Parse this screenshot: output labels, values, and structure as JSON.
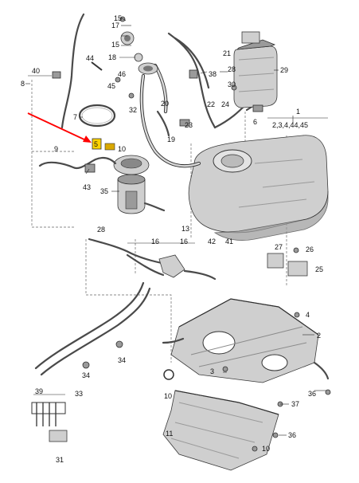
{
  "figure": {
    "highlight_color": "#ff0000",
    "part_fill": "#cfcfcf",
    "callouts": [
      {
        "id": "c1",
        "text": "1"
      },
      {
        "id": "c2",
        "text": "2"
      },
      {
        "id": "c2345",
        "text": "2,3,4,44,45"
      },
      {
        "id": "c3",
        "text": "3"
      },
      {
        "id": "c4",
        "text": "4"
      },
      {
        "id": "c5",
        "text": "5"
      },
      {
        "id": "c6",
        "text": "6"
      },
      {
        "id": "c7",
        "text": "7"
      },
      {
        "id": "c8",
        "text": "8"
      },
      {
        "id": "c9",
        "text": "9"
      },
      {
        "id": "c10",
        "text": "10"
      },
      {
        "id": "c11",
        "text": "11"
      },
      {
        "id": "c13",
        "text": "13"
      },
      {
        "id": "c15a",
        "text": "15"
      },
      {
        "id": "c15b",
        "text": "15"
      },
      {
        "id": "c16a",
        "text": "16"
      },
      {
        "id": "c16b",
        "text": "16"
      },
      {
        "id": "c17",
        "text": "17"
      },
      {
        "id": "c18",
        "text": "18"
      },
      {
        "id": "c19",
        "text": "19"
      },
      {
        "id": "c20",
        "text": "20"
      },
      {
        "id": "c21",
        "text": "21"
      },
      {
        "id": "c22",
        "text": "22"
      },
      {
        "id": "c23",
        "text": "23"
      },
      {
        "id": "c24",
        "text": "24"
      },
      {
        "id": "c25",
        "text": "25"
      },
      {
        "id": "c26",
        "text": "26"
      },
      {
        "id": "c27",
        "text": "27"
      },
      {
        "id": "c28",
        "text": "28"
      },
      {
        "id": "c29",
        "text": "29"
      },
      {
        "id": "c30",
        "text": "30"
      },
      {
        "id": "c31",
        "text": "31"
      },
      {
        "id": "c32",
        "text": "32"
      },
      {
        "id": "c33",
        "text": "33"
      },
      {
        "id": "c34",
        "text": "34"
      },
      {
        "id": "c35",
        "text": "35"
      },
      {
        "id": "c36a",
        "text": "36"
      },
      {
        "id": "c36b",
        "text": "36"
      },
      {
        "id": "c37",
        "text": "37"
      },
      {
        "id": "c38",
        "text": "38"
      },
      {
        "id": "c39",
        "text": "39"
      },
      {
        "id": "c40",
        "text": "40"
      },
      {
        "id": "c41",
        "text": "41"
      },
      {
        "id": "c42",
        "text": "42"
      },
      {
        "id": "c43",
        "text": "43"
      },
      {
        "id": "c44",
        "text": "44"
      },
      {
        "id": "c45",
        "text": "45"
      },
      {
        "id": "c46",
        "text": "46"
      }
    ]
  }
}
